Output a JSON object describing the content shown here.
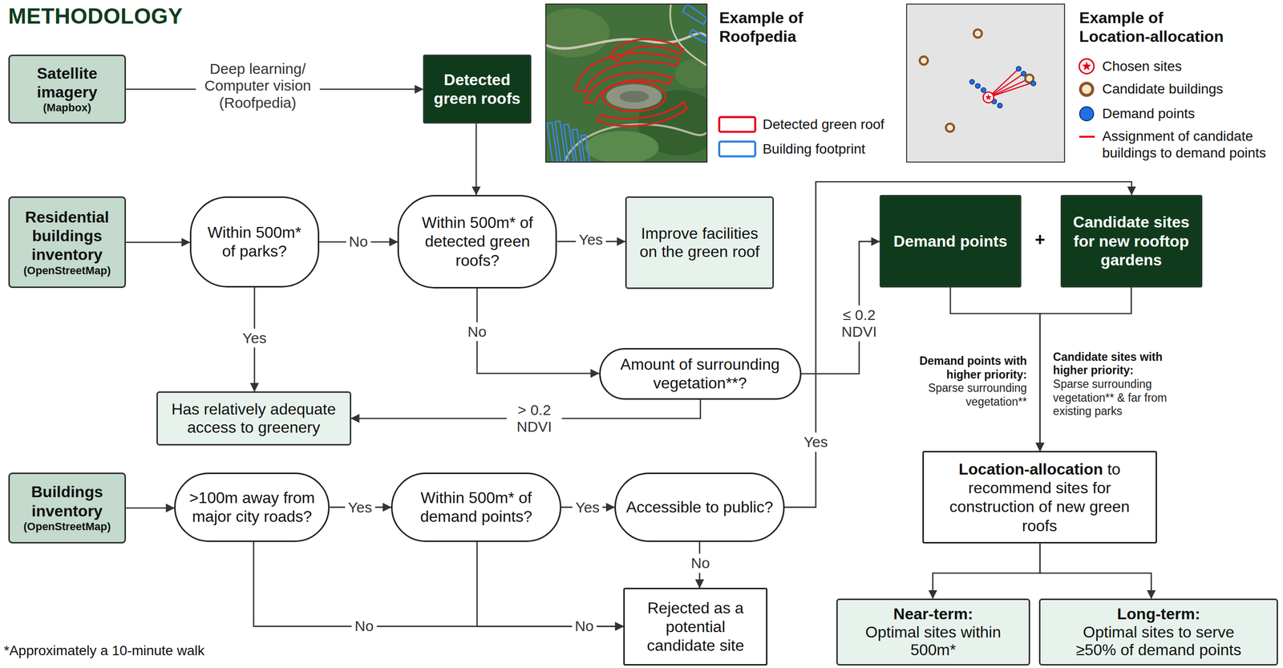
{
  "diagram": {
    "title": "METHODOLOGY",
    "nodes": [
      {
        "text": [
          "Satellite imagery",
          "(Mapbox)"
        ]
      },
      {
        "text": [
          "Detected green roofs"
        ]
      },
      {
        "text": [
          "Residential buildings inventory",
          "(OpenStreetMap)"
        ]
      },
      {
        "text": [
          "Within 500m* of parks?"
        ]
      },
      {
        "text": [
          "Within 500m* of detected green roofs?"
        ]
      },
      {
        "text": [
          "Improve facilities on the green roof"
        ]
      },
      {
        "text": [
          "Demand points"
        ]
      },
      {
        "text": [
          "Candidate sites for new rooftop gardens"
        ]
      },
      {
        "text": [
          "Amount of surrounding vegetation**?"
        ]
      },
      {
        "text": [
          "Has relatively adequate access to greenery"
        ]
      },
      {
        "text": [
          "Buildings inventory",
          "(OpenStreetMap)"
        ]
      },
      {
        "text": [
          ">100m away from major city roads?"
        ]
      },
      {
        "text": [
          "Within 500m* of demand points?"
        ]
      },
      {
        "text": [
          "Accessible to public?"
        ]
      },
      {
        "text": [
          "Location-allocation",
          "to recommend sites for construction of new green roofs"
        ]
      },
      {
        "text": [
          "Rejected as a potential candidate site"
        ]
      },
      {
        "text": [
          "Near-term:",
          "Optimal sites within 500m*"
        ]
      },
      {
        "text": [
          "Long-term:",
          "Optimal sites to serve ≥50% of demand points"
        ]
      }
    ],
    "edges": [
      {
        "from": 0,
        "to": 1,
        "label": "Deep learning/ Computer vision (Roofpedia)",
        "arrow": "to"
      },
      {
        "from": 1,
        "to": 4,
        "arrow": "to"
      },
      {
        "from": 2,
        "to": 3,
        "arrow": "to"
      },
      {
        "from": 3,
        "to": 4,
        "label": "No",
        "arrow": "to"
      },
      {
        "from": 3,
        "to": 9,
        "label": "Yes",
        "arrow": "to"
      },
      {
        "from": 4,
        "to": 5,
        "label": "Yes",
        "arrow": "to"
      },
      {
        "from": 4,
        "to": 8,
        "label": "No",
        "arrow": "to"
      },
      {
        "from": 8,
        "to": 6,
        "label": "≤ 0.2 NDVI",
        "arrow": "to"
      },
      {
        "from": 8,
        "to": 9,
        "label": "> 0.2 NDVI",
        "arrow": "to"
      },
      {
        "from": 10,
        "to": 11,
        "arrow": "to"
      },
      {
        "from": 11,
        "to": 12,
        "label": "Yes",
        "arrow": "to"
      },
      {
        "from": 12,
        "to": 13,
        "label": "Yes",
        "arrow": "to"
      },
      {
        "from": 13,
        "to": 7,
        "label": "Yes",
        "arrow": "to"
      },
      {
        "from": 13,
        "to": 15,
        "label": "No",
        "arrow": "to"
      },
      {
        "from": 11,
        "to": 15,
        "label": "No",
        "arrow": "to"
      },
      {
        "from": 12,
        "to": 15,
        "label": "No",
        "arrow": "to"
      },
      {
        "from": 6,
        "to": 14,
        "arrow": "to"
      },
      {
        "from": 7,
        "to": 14,
        "arrow": "to"
      },
      {
        "from": 14,
        "to": 16,
        "arrow": "to"
      },
      {
        "from": 14,
        "to": 17,
        "arrow": "to"
      }
    ],
    "labels": [
      "Example of Roofpedia",
      "Example of Location-allocation",
      "+",
      "Demand points with higher priority:",
      "Sparse surrounding vegetation**",
      "Candidate sites with higher priority:",
      "Sparse surrounding vegetation** & far from existing parks",
      "*Approximately a 10-minute walk"
    ],
    "legend": [
      {
        "text": "Detected green roof"
      },
      {
        "text": "Building footprint"
      },
      {
        "text": "Chosen sites"
      },
      {
        "text": "Candidate buildings"
      },
      {
        "text": "Demand points"
      },
      {
        "text": "Assignment of candidate buildings to demand points"
      }
    ]
  }
}
